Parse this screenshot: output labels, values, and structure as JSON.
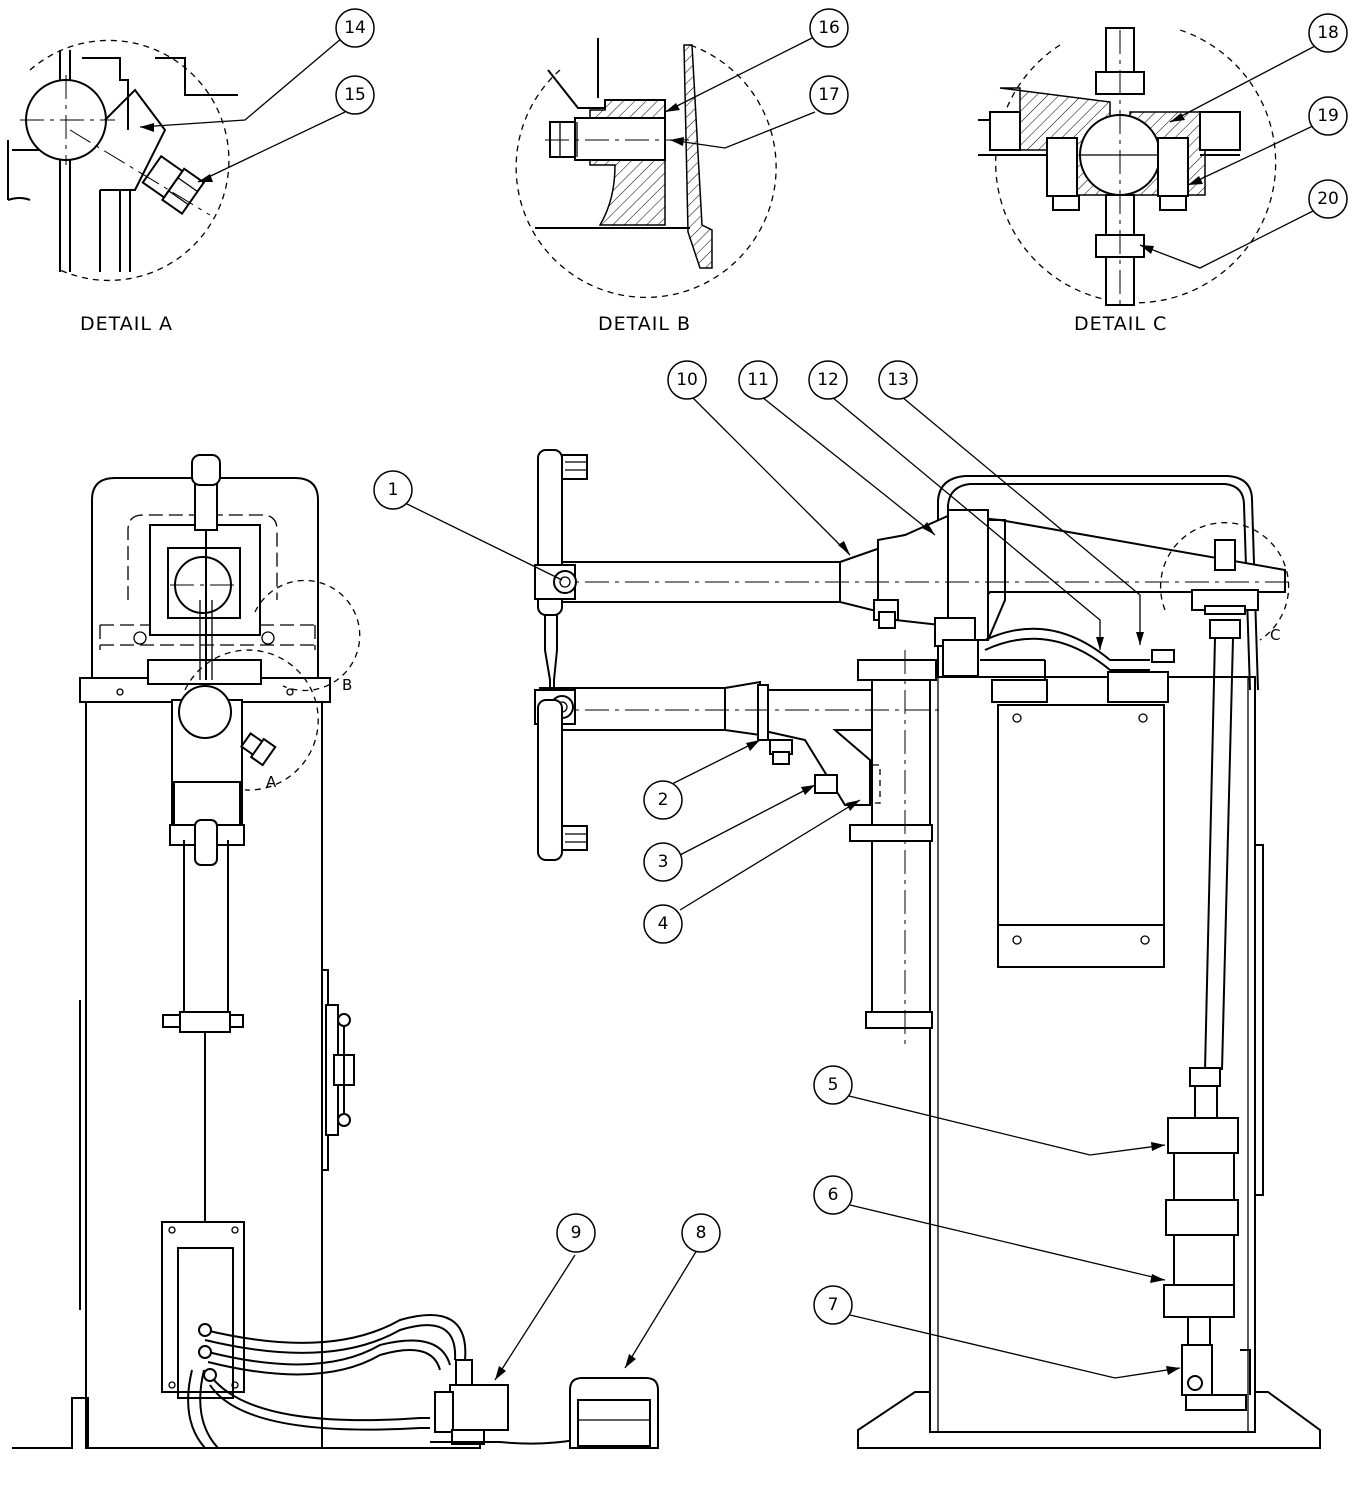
{
  "details": [
    {
      "id": "A",
      "label": "DETAIL  A"
    },
    {
      "id": "B",
      "label": "DETAIL  B"
    },
    {
      "id": "C",
      "label": "DETAIL  C"
    }
  ],
  "callouts": [
    "1",
    "2",
    "3",
    "4",
    "5",
    "6",
    "7",
    "8",
    "9",
    "10",
    "11",
    "12",
    "13",
    "14",
    "15",
    "16",
    "17",
    "18",
    "19",
    "20"
  ],
  "detail_refs": {
    "a": "A",
    "b": "B",
    "c": "C"
  }
}
